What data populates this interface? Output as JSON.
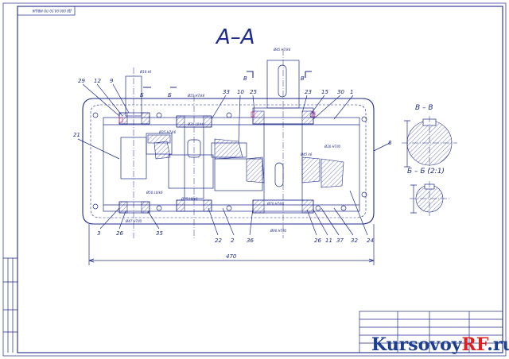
{
  "drawing": {
    "section_title": "А–А",
    "doc_code": "ДВ 000.00.50 ЛО МВШК",
    "overall_dimension": "470",
    "section_bb": "В – В",
    "section_bb_num": "Б – Б  (2:1)",
    "cut_marks": {
      "b1": "Б",
      "b2": "Б",
      "v1": "В",
      "v2": "В"
    },
    "callouts": [
      "29",
      "12",
      "9",
      "21",
      "33",
      "10",
      "25",
      "23",
      "15",
      "30",
      "1",
      "8",
      "3",
      "26",
      "35",
      "22",
      "2",
      "36",
      "26",
      "11",
      "37",
      "32",
      "24"
    ],
    "fits": [
      "Ø18 k6",
      "Ø55 H7/k6",
      "Ø35 H7/k6",
      "Ø30 L0/k6",
      "Ø45 H7/k6",
      "Ø45 k6",
      "Ø70 H7/k6",
      "Ø50 L0/k6",
      "Ø90 H7/l0",
      "Ø47 H7/l0",
      "Ø25 L0/k6",
      "Ø30 H7/l0"
    ]
  },
  "watermark": {
    "part1": "Kursovoy",
    "part2": "RF",
    "part3": ".ru"
  },
  "colors": {
    "line": "#1f2a8a",
    "accent": "#d23a8c",
    "watermark_blue": "#1d3f8f",
    "watermark_red": "#e02020"
  }
}
